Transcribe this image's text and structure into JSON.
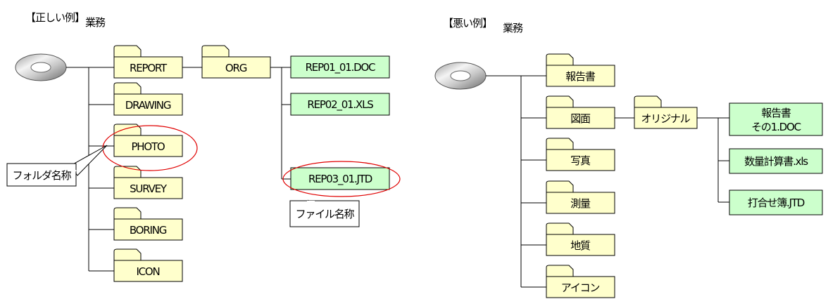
{
  "left": {
    "header": "【正しい例】",
    "root": "業務",
    "folders": [
      "REPORT",
      "DRAWING",
      "PHOTO",
      "SURVEY",
      "BORING",
      "ICON"
    ],
    "subfolder": "ORG",
    "files": [
      "REP01_01.DOC",
      "REP02_01.XLS",
      "REP03_01.JTD"
    ],
    "callout_folder": "フォルダ名称",
    "callout_file": "ファイル名称"
  },
  "right": {
    "header": "【悪い例】",
    "root": "業務",
    "folders": [
      "報告書",
      "図面",
      "写真",
      "測量",
      "地質",
      "アイコン"
    ],
    "subfolder": "オリジナル",
    "files": [
      {
        "line1": "報告書",
        "line2": "その1.DOC"
      },
      {
        "line1": "数量計算書.xls"
      },
      {
        "line1": "打合せ簿.JTD"
      }
    ]
  },
  "colors": {
    "folder": "#ffffcc",
    "file": "#ccffcc",
    "highlight": "#e00000"
  }
}
